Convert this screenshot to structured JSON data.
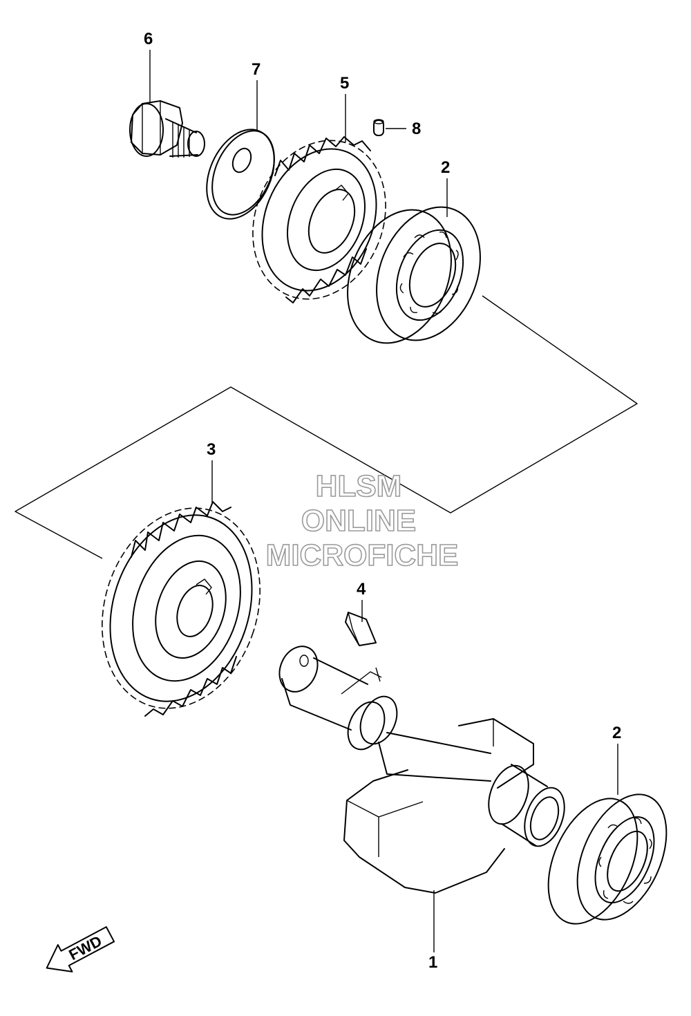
{
  "callouts": {
    "p1": "1",
    "p2a": "2",
    "p2b": "2",
    "p3": "3",
    "p4": "4",
    "p5": "5",
    "p6": "6",
    "p7": "7",
    "p8": "8"
  },
  "watermark": {
    "line1": "HLSM",
    "line2": "ONLINE",
    "line3": "MICROFICHE"
  },
  "fwd_label": "FWD",
  "icons": {
    "direction": "fwd-arrow-icon"
  }
}
